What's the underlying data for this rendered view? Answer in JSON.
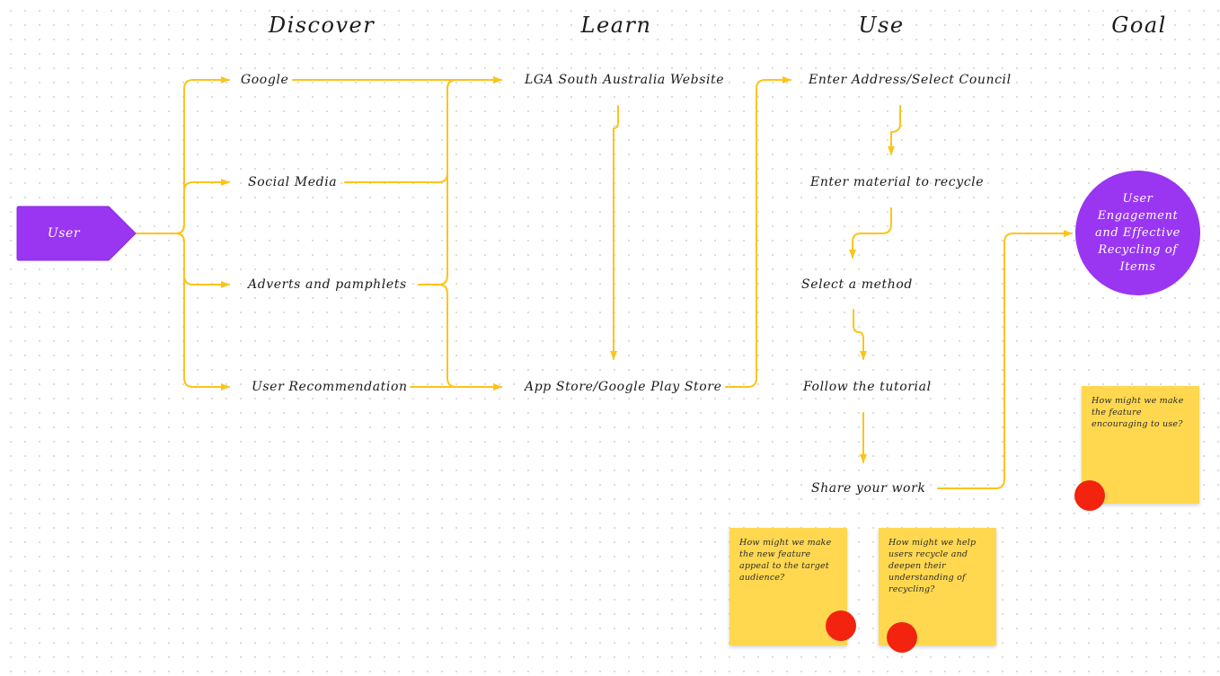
{
  "colors": {
    "connector": "#fcc419",
    "node_fill": "#9a35f2",
    "sticky_fill": "#ffd84f",
    "vote_dot": "#f3230f",
    "text": "#1a1a1a"
  },
  "columns": [
    "Discover",
    "Learn",
    "Use",
    "Goal"
  ],
  "start_node": {
    "label": "User"
  },
  "discover": [
    "Google",
    "Social Media",
    "Adverts and pamphlets",
    "User Recommendation"
  ],
  "learn": [
    "LGA South Australia Website",
    "App Store/Google Play Store"
  ],
  "use": [
    "Enter Address/Select Council",
    "Enter material to recycle",
    "Select a method",
    "Follow the tutorial",
    "Share your work"
  ],
  "goal": {
    "label": "User Engagement and Effective Recycling of Items"
  },
  "stickies": [
    {
      "text": "How might we make the feature encouraging to use?"
    },
    {
      "text": "How might we make the new feature appeal to the target audience?"
    },
    {
      "text": "How might we help users recycle and deepen their understanding of recycling?"
    }
  ]
}
